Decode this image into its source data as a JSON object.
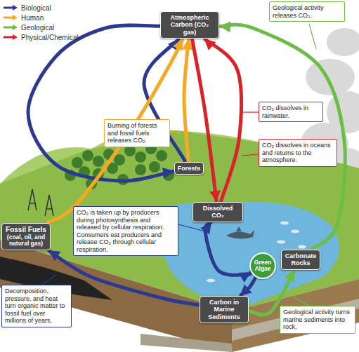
{
  "diagram": {
    "nodes": [
      {
        "text": [
          "Atmospheric Carbon (CO₂ gas)"
        ]
      },
      {
        "text": [
          "Geological activity releases CO₂."
        ]
      },
      {
        "text": [
          "CO₂ dissolves in rainwater."
        ]
      },
      {
        "text": [
          "Burning of forests and fossil fuels releases CO₂."
        ]
      },
      {
        "text": [
          "CO₂ dissolves in oceans and returns to the atmosphere."
        ]
      },
      {
        "text": [
          "Forests"
        ]
      },
      {
        "text": [
          "Dissolved CO₂"
        ]
      },
      {
        "text": [
          "CO₂ is taken up by producers during photosynthesis and released by cellular respiration. Consumers eat producers and release CO₂ through cellular respiration."
        ]
      },
      {
        "text": [
          "Fossil Fuels",
          "(coal, oil, and natural gas)"
        ]
      },
      {
        "text": [
          "Carbonate Rocks"
        ]
      },
      {
        "text": [
          "Green Algae"
        ]
      },
      {
        "text": [
          "Decomposition, pressure, and heat turn organic matter to fossil fuel over millions of years."
        ]
      },
      {
        "text": [
          "Carbon in Marine Sediments"
        ]
      },
      {
        "text": [
          "Geological activity turns marine sediments into rock."
        ]
      }
    ],
    "edges": [
      {
        "from": 0,
        "to": 5,
        "arrow": "to"
      },
      {
        "from": 5,
        "to": 0,
        "arrow": "to"
      },
      {
        "from": 5,
        "to": 0,
        "arrow": "to"
      },
      {
        "from": 8,
        "to": 0,
        "arrow": "to"
      },
      {
        "from": 0,
        "to": 6,
        "arrow": "to"
      },
      {
        "from": 6,
        "to": 0,
        "arrow": "to"
      },
      {
        "from": 6,
        "to": 10,
        "arrow": "both"
      },
      {
        "from": 10,
        "to": 12,
        "arrow": "to"
      },
      {
        "from": 12,
        "to": 8,
        "arrow": "to"
      },
      {
        "from": 12,
        "to": 9,
        "arrow": "to"
      },
      {
        "from": 9,
        "to": 0,
        "arrow": "to"
      }
    ],
    "legend": [
      {
        "text": "Biological",
        "color": "#2b3990"
      },
      {
        "text": "Human",
        "color": "#f7a823"
      },
      {
        "text": "Geological",
        "color": "#6cbd45"
      },
      {
        "text": "Physical/Chemical",
        "color": "#d8232a"
      }
    ]
  }
}
